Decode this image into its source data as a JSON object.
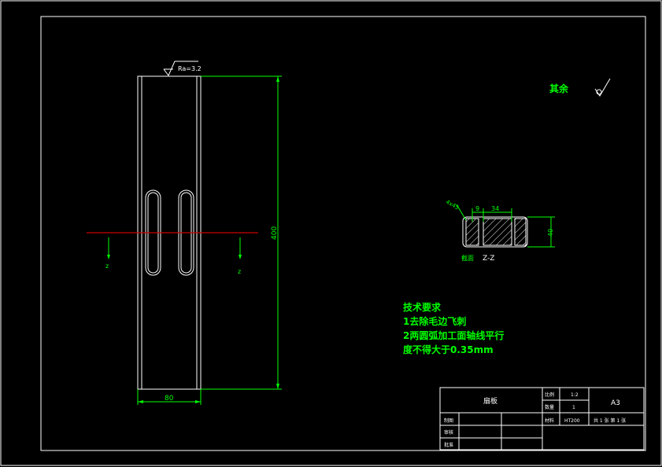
{
  "drawing": {
    "roughness_label": "Ra=3.2",
    "height_dim": "400",
    "width_dim": "80",
    "section_mark_left": "z",
    "section_mark_right": "z",
    "remaining_label": "其余",
    "section_dim_chamfer": "4x45",
    "section_dim_a": "9",
    "section_dim_b": "34",
    "section_dim_h": "40",
    "section_label": "Z-Z",
    "section_note": "截面"
  },
  "notes": {
    "title": "技术要求",
    "line1": "1去除毛边飞刺",
    "line2": "2两圆弧加工面轴线平行",
    "line3": "度不得大于0.35mm"
  },
  "title_block": {
    "part_name": "扇板",
    "scale_label": "比例",
    "scale_value": "1:2",
    "qty_label": "数量",
    "qty_value": "1",
    "material_label": "材料",
    "material_value": "HT200",
    "sheet_size": "A3",
    "sheet_info": "共 1 张  第 1 张",
    "drawn_label": "制图",
    "check_label": "审核",
    "approve_label": "批准"
  },
  "colors": {
    "outline": "#ffffff",
    "annotation": "#00ff00",
    "centerline": "#cc0000"
  }
}
